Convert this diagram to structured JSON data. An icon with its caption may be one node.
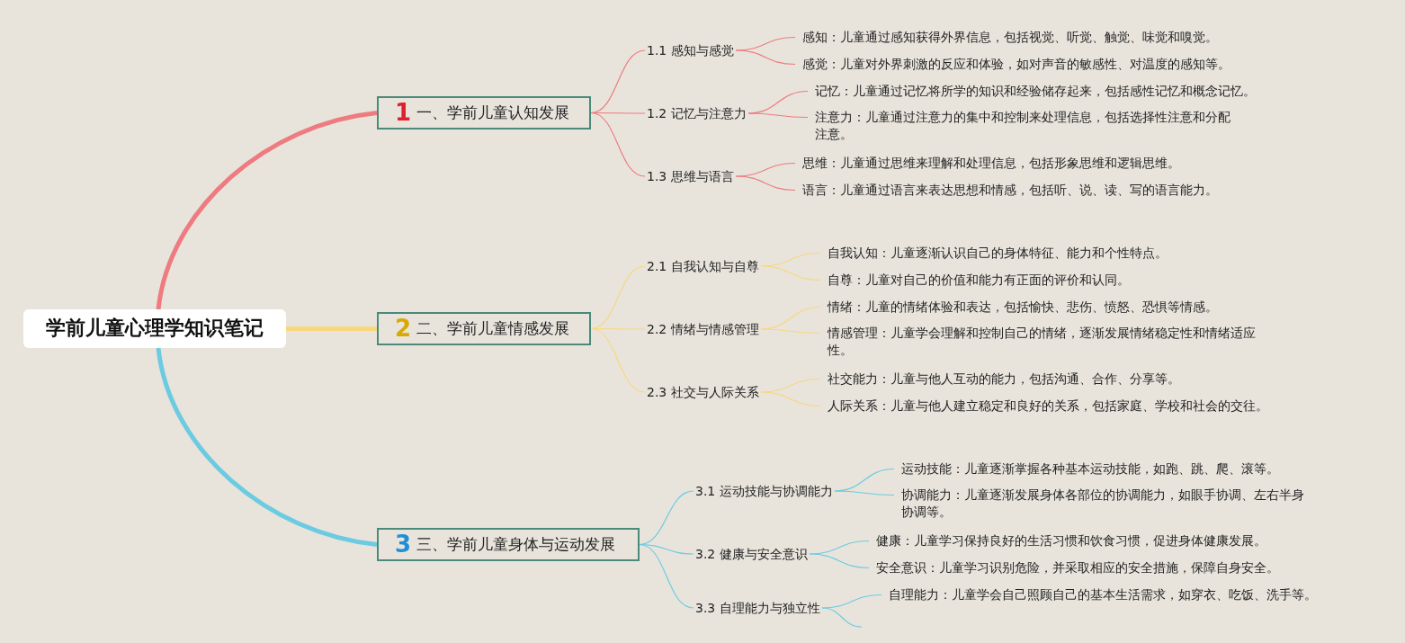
{
  "diagram": {
    "nodes": [
      {
        "text": [
          "学前儿童心理学知识笔记"
        ]
      },
      {
        "text": [
          "1",
          "一、学前儿童认知发展"
        ]
      },
      {
        "text": [
          "1.1 感知与感觉"
        ]
      },
      {
        "text": [
          "感知：儿童通过感知获得外界信息，包括视觉、听觉、触觉、味觉和嗅觉。"
        ]
      },
      {
        "text": [
          "感觉：儿童对外界刺激的反应和体验，如对声音的敏感性、对温度的感知等。"
        ]
      },
      {
        "text": [
          "1.2 记忆与注意力"
        ]
      },
      {
        "text": [
          "记忆：儿童通过记忆将所学的知识和经验储存起来，包括感性记忆和概念记忆。"
        ]
      },
      {
        "text": [
          "注意力：儿童通过注意力的集中和控制来处理信息，包括选择性注意和分配注意。"
        ]
      },
      {
        "text": [
          "1.3 思维与语言"
        ]
      },
      {
        "text": [
          "思维：儿童通过思维来理解和处理信息，包括形象思维和逻辑思维。"
        ]
      },
      {
        "text": [
          "语言：儿童通过语言来表达思想和情感，包括听、说、读、写的语言能力。"
        ]
      },
      {
        "text": [
          "2",
          "二、学前儿童情感发展"
        ]
      },
      {
        "text": [
          "2.1 自我认知与自尊"
        ]
      },
      {
        "text": [
          "自我认知：儿童逐渐认识自己的身体特征、能力和个性特点。"
        ]
      },
      {
        "text": [
          "自尊：儿童对自己的价值和能力有正面的评价和认同。"
        ]
      },
      {
        "text": [
          "2.2 情绪与情感管理"
        ]
      },
      {
        "text": [
          "情绪：儿童的情绪体验和表达，包括愉快、悲伤、愤怒、恐惧等情感。"
        ]
      },
      {
        "text": [
          "情感管理：儿童学会理解和控制自己的情绪，逐渐发展情绪稳定性和情绪适应性。"
        ]
      },
      {
        "text": [
          "2.3 社交与人际关系"
        ]
      },
      {
        "text": [
          "社交能力：儿童与他人互动的能力，包括沟通、合作、分享等。"
        ]
      },
      {
        "text": [
          "人际关系：儿童与他人建立稳定和良好的关系，包括家庭、学校和社会的交往。"
        ]
      },
      {
        "text": [
          "3",
          "三、学前儿童身体与运动发展"
        ]
      },
      {
        "text": [
          "3.1 运动技能与协调能力"
        ]
      },
      {
        "text": [
          "运动技能：儿童逐渐掌握各种基本运动技能，如跑、跳、爬、滚等。"
        ]
      },
      {
        "text": [
          "协调能力：儿童逐渐发展身体各部位的协调能力，如眼手协调、左右半身协调等。"
        ]
      },
      {
        "text": [
          "3.2 健康与安全意识"
        ]
      },
      {
        "text": [
          "健康：儿童学习保持良好的生活习惯和饮食习惯，促进身体健康发展。"
        ]
      },
      {
        "text": [
          "安全意识：儿童学习识别危险，并采取相应的安全措施，保障自身安全。"
        ]
      },
      {
        "text": [
          "3.3 自理能力与独立性"
        ]
      },
      {
        "text": [
          "自理能力：儿童学会自己照顾自己的基本生活需求，如穿衣、吃饭、洗手等。"
        ]
      }
    ],
    "edges": [
      {
        "from": 0,
        "to": 1,
        "arrow": "none",
        "style": "thick",
        "color": "#ee7b80"
      },
      {
        "from": 0,
        "to": 11,
        "arrow": "none",
        "style": "thick",
        "color": "#f9d77e"
      },
      {
        "from": 0,
        "to": 21,
        "arrow": "none",
        "style": "thick",
        "color": "#6ccbe0"
      },
      {
        "from": 1,
        "to": 2,
        "arrow": "none",
        "color": "#ee7b80"
      },
      {
        "from": 1,
        "to": 5,
        "arrow": "none",
        "color": "#ee7b80"
      },
      {
        "from": 1,
        "to": 8,
        "arrow": "none",
        "color": "#ee7b80"
      },
      {
        "from": 2,
        "to": 3,
        "arrow": "none",
        "color": "#ee7b80"
      },
      {
        "from": 2,
        "to": 4,
        "arrow": "none",
        "color": "#ee7b80"
      },
      {
        "from": 5,
        "to": 6,
        "arrow": "none",
        "color": "#ee7b80"
      },
      {
        "from": 5,
        "to": 7,
        "arrow": "none",
        "color": "#ee7b80"
      },
      {
        "from": 8,
        "to": 9,
        "arrow": "none",
        "color": "#ee7b80"
      },
      {
        "from": 8,
        "to": 10,
        "arrow": "none",
        "color": "#ee7b80"
      },
      {
        "from": 11,
        "to": 12,
        "arrow": "none",
        "color": "#f9d77e"
      },
      {
        "from": 11,
        "to": 15,
        "arrow": "none",
        "color": "#f9d77e"
      },
      {
        "from": 11,
        "to": 18,
        "arrow": "none",
        "color": "#f9d77e"
      },
      {
        "from": 12,
        "to": 13,
        "arrow": "none",
        "color": "#f9d77e"
      },
      {
        "from": 12,
        "to": 14,
        "arrow": "none",
        "color": "#f9d77e"
      },
      {
        "from": 15,
        "to": 16,
        "arrow": "none",
        "color": "#f9d77e"
      },
      {
        "from": 15,
        "to": 17,
        "arrow": "none",
        "color": "#f9d77e"
      },
      {
        "from": 18,
        "to": 19,
        "arrow": "none",
        "color": "#f9d77e"
      },
      {
        "from": 18,
        "to": 20,
        "arrow": "none",
        "color": "#f9d77e"
      },
      {
        "from": 21,
        "to": 22,
        "arrow": "none",
        "color": "#6ccbe0"
      },
      {
        "from": 21,
        "to": 25,
        "arrow": "none",
        "color": "#6ccbe0"
      },
      {
        "from": 21,
        "to": 28,
        "arrow": "none",
        "color": "#6ccbe0"
      },
      {
        "from": 22,
        "to": 23,
        "arrow": "none",
        "color": "#6ccbe0"
      },
      {
        "from": 22,
        "to": 24,
        "arrow": "none",
        "color": "#6ccbe0"
      },
      {
        "from": 25,
        "to": 26,
        "arrow": "none",
        "color": "#6ccbe0"
      },
      {
        "from": 25,
        "to": 27,
        "arrow": "none",
        "color": "#6ccbe0"
      },
      {
        "from": 28,
        "to": 29,
        "arrow": "none",
        "color": "#6ccbe0"
      },
      {
        "from": 28,
        "to": null,
        "arrow": "none",
        "color": "#6ccbe0"
      }
    ]
  }
}
